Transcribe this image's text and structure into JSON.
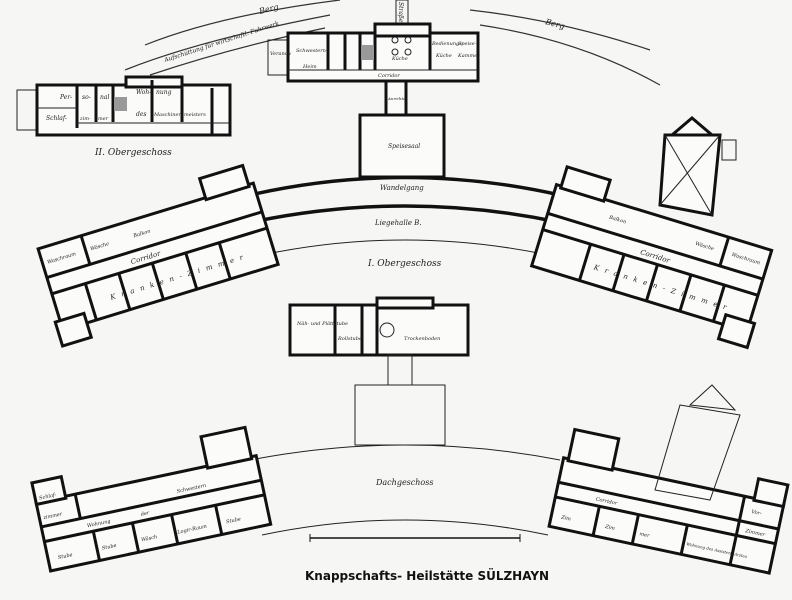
{
  "title": "Knappschafts- Heilstätte SÜLZHAYN",
  "terrain": {
    "hill_label": "Berg",
    "road_label": "Aufschüttung für wirtschaftl. Fuhrwerk",
    "road_top_label": "Straße"
  },
  "floors": {
    "second": "II. Obergeschoss",
    "first": "I. Obergeschoss",
    "attic": "Dachgeschoss"
  },
  "rooms": {
    "top_left": [
      "Per-",
      "so-",
      "nal",
      "Schlaf-",
      "zim-",
      "mer",
      "Woh-",
      "nung",
      "des",
      "Maschinen-",
      "meisters"
    ],
    "top_center": [
      "Veranda",
      "Schwestern-",
      "Heim",
      "Küche",
      "Bedienungs-",
      "Küche",
      "Speise-",
      "Kammer",
      "Corridor",
      "Anrichte",
      "Speisesaal"
    ],
    "promenade": [
      "Wandelgang",
      "Liegehalle B."
    ],
    "left_wing": [
      "Waschraum",
      "Wäsche",
      "Balkon",
      "Corridor",
      "Kranken-Zimmer"
    ],
    "right_wing": [
      "Balkon",
      "Corridor",
      "Kranken-Zimmer",
      "Wäsche",
      "Waschraum"
    ],
    "attic": [
      "Näh- und Plättstube",
      "Rollstube",
      "Trockenboden"
    ],
    "bottom_left": [
      "Schlaf-",
      "zimmer",
      "Wohnung",
      "der",
      "Schwestern",
      "Stube",
      "Stube",
      "Wäsch",
      "Logir-Raum",
      "Stube"
    ],
    "bottom_right": [
      "Corridor",
      "Zim",
      "Zim",
      "mer",
      "Wohnung des Assistenz-Arztes",
      "Vor-",
      "Zimmer"
    ]
  }
}
